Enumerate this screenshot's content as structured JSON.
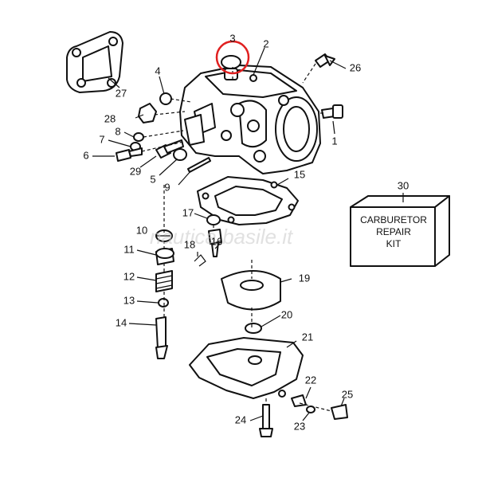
{
  "diagram": {
    "watermark": "nautica basile.it",
    "kit": {
      "number": "30",
      "lines": [
        "CARBURETOR",
        "REPAIR",
        "KIT"
      ]
    },
    "highlight_color": "#e02020",
    "labels": [
      "1",
      "2",
      "3",
      "4",
      "5",
      "6",
      "7",
      "8",
      "9",
      "10",
      "11",
      "12",
      "13",
      "14",
      "15",
      "16",
      "17",
      "18",
      "19",
      "20",
      "21",
      "22",
      "23",
      "24",
      "25",
      "26",
      "27",
      "28",
      "29"
    ],
    "highlighted_label": "3"
  }
}
